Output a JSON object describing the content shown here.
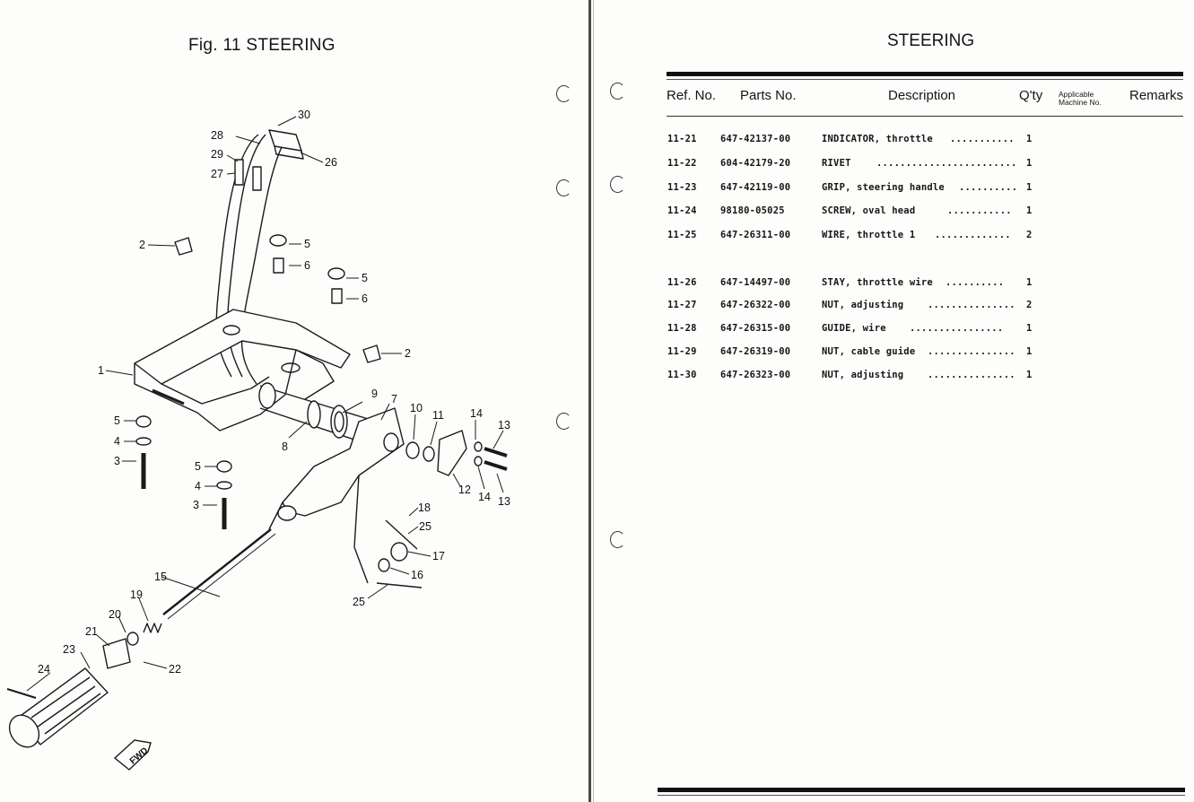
{
  "left_page": {
    "figure_title": "Fig. 11  STEERING",
    "callouts": [
      "1",
      "2",
      "2",
      "3",
      "3",
      "4",
      "4",
      "5",
      "5",
      "5",
      "5",
      "6",
      "6",
      "7",
      "8",
      "9",
      "10",
      "11",
      "12",
      "13",
      "13",
      "14",
      "14",
      "15",
      "16",
      "17",
      "18",
      "19",
      "20",
      "21",
      "22",
      "23",
      "24",
      "25",
      "25",
      "26",
      "27",
      "28",
      "29",
      "30"
    ],
    "direction_mark": "FWD"
  },
  "right_page": {
    "title": "STEERING",
    "headers": {
      "ref_no": "Ref. No.",
      "parts_no": "Parts No.",
      "description": "Description",
      "qty": "Q'ty",
      "applicable": "Applicable Machine No.",
      "remarks": "Remarks"
    },
    "rows": [
      {
        "ref": "11-21",
        "part": "647-42137-00",
        "desc": "INDICATOR, throttle",
        "leader": "...........",
        "qty": "1"
      },
      {
        "ref": "11-22",
        "part": "604-42179-20",
        "desc": "RIVET",
        "leader": "........................",
        "qty": "1"
      },
      {
        "ref": "11-23",
        "part": "647-42119-00",
        "desc": "GRIP, steering handle",
        "leader": "..........",
        "qty": "1"
      },
      {
        "ref": "11-24",
        "part": "98180-05025",
        "desc": "SCREW, oval head",
        "leader": "...........",
        "qty": "1"
      },
      {
        "ref": "11-25",
        "part": "647-26311-00",
        "desc": "WIRE, throttle 1",
        "leader": ".............",
        "qty": "2"
      },
      {
        "ref": "11-26",
        "part": "647-14497-00",
        "desc": "STAY, throttle wire",
        "leader": "..........",
        "qty": "1"
      },
      {
        "ref": "11-27",
        "part": "647-26322-00",
        "desc": "NUT, adjusting",
        "leader": "...............",
        "qty": "2"
      },
      {
        "ref": "11-28",
        "part": "647-26315-00",
        "desc": "GUIDE, wire",
        "leader": "................",
        "qty": "1"
      },
      {
        "ref": "11-29",
        "part": "647-26319-00",
        "desc": "NUT, cable guide",
        "leader": "...............",
        "qty": "1"
      },
      {
        "ref": "11-30",
        "part": "647-26323-00",
        "desc": "NUT, adjusting",
        "leader": "...............",
        "qty": "1"
      }
    ]
  }
}
